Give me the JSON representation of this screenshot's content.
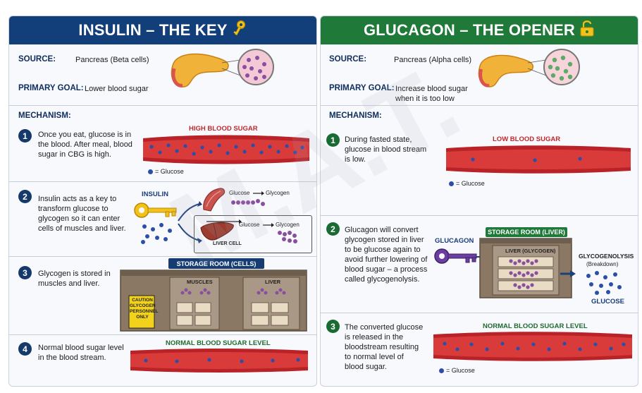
{
  "left": {
    "title": "INSULIN – THE KEY",
    "source_label": "SOURCE:",
    "source_value": "Pancreas (Beta cells)",
    "goal_label": "PRIMARY GOAL:",
    "goal_value": "Lower blood sugar",
    "mechanism_label": "MECHANISM:",
    "steps": [
      {
        "num": "1",
        "text": "Once you eat, glucose is in the blood. After meal, blood sugar in CBG is high."
      },
      {
        "num": "2",
        "text": "Insulin acts as a key to transform glucose to glycogen so it can enter cells of muscles and liver."
      },
      {
        "num": "3",
        "text": "Glycogen is stored in muscles and liver."
      },
      {
        "num": "4",
        "text": "Normal blood sugar level in the blood stream."
      }
    ],
    "high_blood_sugar": "HIGH BLOOD SUGAR",
    "glucose_legend": "= Glucose",
    "insulin_label": "INSULIN",
    "glucose_word": "Glucose",
    "glycogen_word": "Glycogen",
    "liver_cell": "LIVER CELL",
    "storage_room_cells": "STORAGE ROOM (CELLS)",
    "muscles": "MUSCLES",
    "liver": "LIVER",
    "caution": "CAUTION GLYCOGEN PERSONNEL ONLY",
    "normal_level": "NORMAL BLOOD SUGAR LEVEL"
  },
  "right": {
    "title": "GLUCAGON – THE OPENER",
    "source_label": "SOURCE:",
    "source_value": "Pancreas (Alpha cells)",
    "goal_label": "PRIMARY GOAL:",
    "goal_value": "Increase blood sugar when it is too low",
    "mechanism_label": "MECHANISM:",
    "steps": [
      {
        "num": "1",
        "text": "During fasted state, glucose in blood stream is low."
      },
      {
        "num": "2",
        "text": "Glucagon will convert glycogen stored in liver to be glucose again to avoid further lowering of blood sugar – a process called glycogenolysis."
      },
      {
        "num": "3",
        "text": "The converted glucose is released in the bloodstream resulting to normal level of blood sugar."
      }
    ],
    "low_blood_sugar": "LOW BLOOD SUGAR",
    "glucose_legend": "= Glucose",
    "glucagon_label": "GLUCAGON",
    "storage_room_liver": "STORAGE ROOM (LIVER)",
    "liver_glycogen": "LIVER (GLYCOGEN)",
    "glycogenolysis": "GLYCOGENOLYSIS",
    "breakdown": "(Breakdown)",
    "glucose_caps": "GLUCOSE",
    "normal_level": "NORMAL BLOOD SUGAR LEVEL"
  },
  "watermark": "M.A.T.",
  "colors": {
    "insulin_header": "#123f7a",
    "glucagon_header": "#1f7a3a",
    "vessel": "#c0282d",
    "glucose_dot": "#2b4fa8",
    "storage": "#7a6a58"
  },
  "icons": [
    "key-icon",
    "unlocked-padlock-icon",
    "pancreas-icon",
    "cell-magnifier-icon",
    "muscle-icon",
    "liver-icon",
    "glycogen-chain-icon",
    "storage-cabinet-icon"
  ]
}
